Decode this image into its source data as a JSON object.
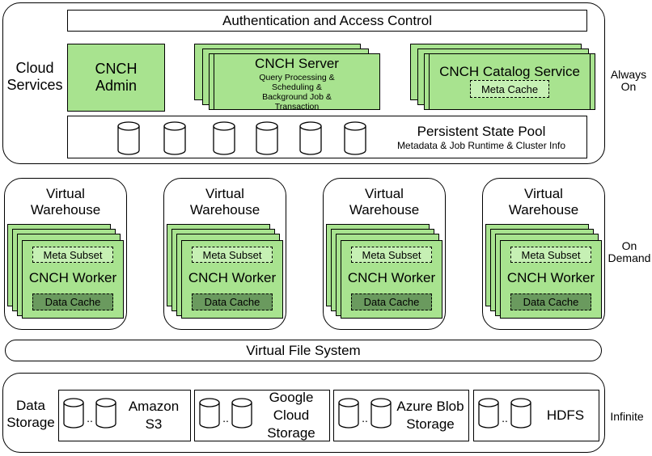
{
  "cloud": {
    "label": "Cloud Services",
    "auth": "Authentication and Access Control",
    "admin": "CNCH Admin",
    "server": {
      "title": "CNCH Server",
      "desc": "Query Processing & Scheduling & Background Job & Transaction"
    },
    "catalog": {
      "title": "CNCH Catalog Service",
      "cache": "Meta Cache"
    },
    "pool": {
      "title": "Persistent State Pool",
      "subtitle": "Metadata & Job Runtime & Cluster Info"
    },
    "side": "Always On"
  },
  "warehouses": [
    {
      "title": "Virtual Warehouse",
      "meta": "Meta Subset",
      "worker": "CNCH Worker",
      "cache": "Data Cache"
    },
    {
      "title": "Virtual Warehouse",
      "meta": "Meta Subset",
      "worker": "CNCH Worker",
      "cache": "Data Cache"
    },
    {
      "title": "Virtual Warehouse",
      "meta": "Meta Subset",
      "worker": "CNCH Worker",
      "cache": "Data Cache"
    },
    {
      "title": "Virtual Warehouse",
      "meta": "Meta Subset",
      "worker": "CNCH Worker",
      "cache": "Data Cache"
    }
  ],
  "warehouse_side": "On Demand",
  "vfs": "Virtual File System",
  "storage": {
    "label": "Data Storage",
    "side": "Infinite",
    "ellipsis": "..",
    "providers": [
      "Amazon S3",
      "Google Cloud Storage",
      "Azure Blob Storage",
      "HDFS"
    ]
  },
  "colors": {
    "green": "#a8e38f",
    "light_green": "#c6f0b4",
    "dark_green": "#6a9a5e"
  }
}
